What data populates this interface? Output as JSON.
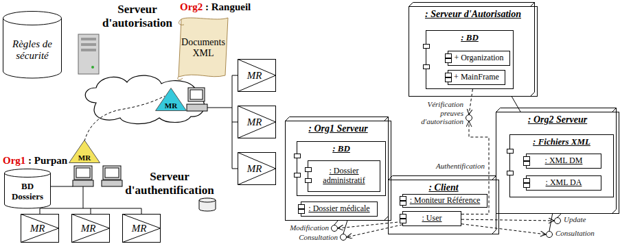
{
  "diagram": {
    "nodes": [
      {
        "text": [
          "Règles de sécurité"
        ]
      },
      {
        "text": [
          "Documents XML"
        ]
      },
      {
        "text": [
          "MR"
        ]
      },
      {
        "text": [
          "MR"
        ]
      },
      {
        "text": [
          "MR"
        ]
      },
      {
        "text": [
          "MR"
        ]
      },
      {
        "text": [
          "BD Dossiers"
        ]
      },
      {
        "text": [
          "MR"
        ]
      },
      {
        "text": [
          "MR"
        ]
      },
      {
        "text": [
          "MR"
        ]
      },
      {
        "text": [
          "MR"
        ]
      },
      {
        "text": [
          ": Serveur d'Autorisation"
        ]
      },
      {
        "text": [
          ": BD"
        ],
        "in": 11
      },
      {
        "text": [
          "+ Organization"
        ],
        "in": 12
      },
      {
        "text": [
          "+ MainFrame"
        ],
        "in": 12
      },
      {
        "text": [
          ": Org1 Serveur"
        ]
      },
      {
        "text": [
          ": BD"
        ],
        "in": 15
      },
      {
        "text": [
          ": Dossier administratif"
        ],
        "in": 16
      },
      {
        "text": [
          ": Dossier médicale"
        ],
        "in": 15
      },
      {
        "text": [
          ": Org2 Serveur"
        ]
      },
      {
        "text": [
          ": Fichiers XML"
        ],
        "in": 19
      },
      {
        "text": [
          ": XML DM"
        ],
        "in": 20
      },
      {
        "text": [
          ": XML DA"
        ],
        "in": 20
      },
      {
        "text": [
          ": Client"
        ]
      },
      {
        "text": [
          ": Moniteur Référence"
        ],
        "in": 23
      },
      {
        "text": [
          ": User"
        ],
        "in": 23
      },
      {
        "text": [
          "Vérification preuves d'autorisation"
        ]
      },
      {
        "text": [
          "Modification"
        ]
      },
      {
        "text": [
          "Consultation"
        ]
      },
      {
        "text": [
          "Update"
        ]
      },
      {
        "text": [
          "Consultation"
        ]
      }
    ],
    "edges": [
      {
        "from": 12,
        "to": 26,
        "arrow": "to"
      },
      {
        "from": 25,
        "to": 26,
        "label": "Authentification",
        "arrow": "to"
      },
      {
        "from": 25,
        "to": 27,
        "arrow": "to"
      },
      {
        "from": 25,
        "to": 28,
        "arrow": "to"
      },
      {
        "from": 25,
        "to": 29,
        "arrow": "to"
      },
      {
        "from": 25,
        "to": 30,
        "arrow": "to"
      },
      {
        "from": 15,
        "to": 27,
        "arrow": "none"
      },
      {
        "from": 15,
        "to": 28,
        "arrow": "none"
      },
      {
        "from": 19,
        "to": 29,
        "arrow": "none"
      },
      {
        "from": 19,
        "to": 30,
        "arrow": "none"
      },
      {
        "from": 19,
        "to": 11,
        "arrow": "none"
      }
    ],
    "labels": [
      "Serveur d'autorisation",
      "Org2",
      ": Rangueil",
      "Org1",
      ": Purpan",
      "Serveur d'authentification"
    ]
  }
}
